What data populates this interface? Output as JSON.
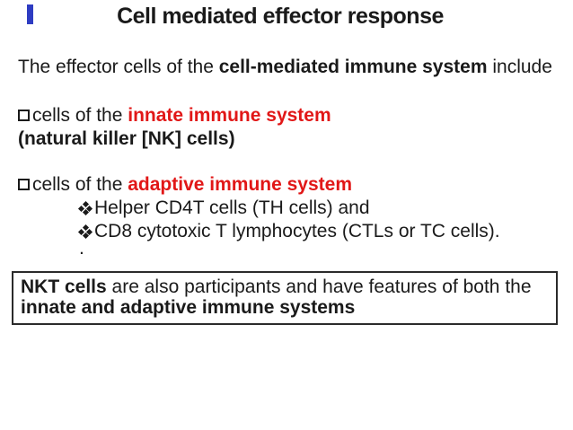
{
  "slide": {
    "title": "Cell mediated effector response",
    "colors": {
      "text": "#1a1a1a",
      "accent_red": "#e11717",
      "marker_blue": "#2e3cc2",
      "box_border": "#2b2b2b"
    },
    "intro_segments": [
      {
        "t": "The effector cells of the ",
        "s": ""
      },
      {
        "t": "cell-mediated immune system",
        "s": "b"
      },
      {
        "t": " include",
        "s": ""
      }
    ],
    "innate_bullet": {
      "line1": [
        {
          "t": "cells of the ",
          "s": ""
        },
        {
          "t": "innate immune system",
          "s": "br"
        }
      ],
      "line2": [
        {
          "t": "(natural killer [NK] cells)",
          "s": "b"
        }
      ]
    },
    "adaptive_bullet": {
      "line1": [
        {
          "t": "cells of the ",
          "s": ""
        },
        {
          "t": "adaptive immune system",
          "s": "br"
        }
      ],
      "sub_items": [
        [
          {
            "t": "Helper CD4T cells (TH cells) and",
            "s": ""
          }
        ],
        [
          {
            "t": "CD8 cytotoxic T lymphocytes (CTLs or TC cells).",
            "s": ""
          }
        ]
      ]
    },
    "stray_dot": ".",
    "note_box_lines": [
      [
        {
          "t": "NKT cells",
          "s": "b"
        },
        {
          "t": " are also participants and have features of both the",
          "s": ""
        }
      ],
      [
        {
          "t": "innate and adaptive immune systems",
          "s": "b"
        }
      ]
    ]
  }
}
